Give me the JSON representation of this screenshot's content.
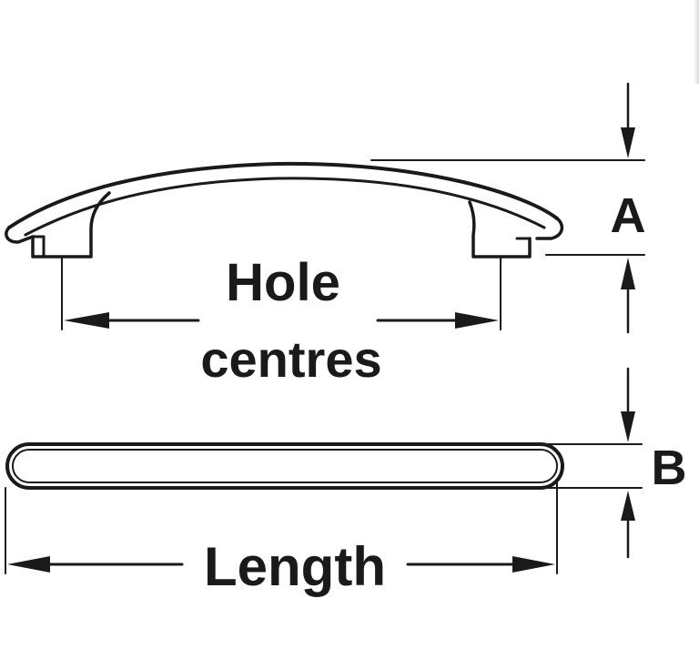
{
  "labels": {
    "hole": "Hole",
    "centres": "centres",
    "length": "Length",
    "a": "A",
    "b": "B"
  }
}
